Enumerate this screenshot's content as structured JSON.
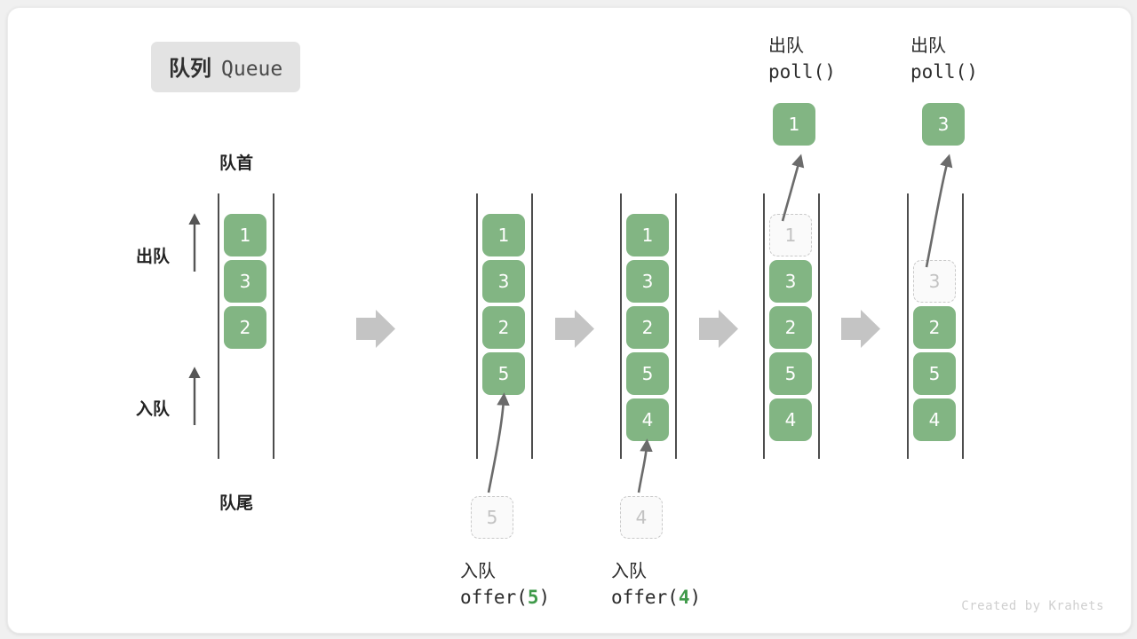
{
  "title": {
    "cn": "队列",
    "en": "Queue"
  },
  "labels": {
    "head": "队首",
    "tail": "队尾",
    "dequeue": "出队",
    "enqueue": "入队"
  },
  "operations": [
    {
      "cn": "入队",
      "code_prefix": "offer(",
      "code_arg": "5",
      "code_suffix": ")"
    },
    {
      "cn": "入队",
      "code_prefix": "offer(",
      "code_arg": "4",
      "code_suffix": ")"
    },
    {
      "cn": "出队",
      "code_prefix": "poll(",
      "code_arg": "",
      "code_suffix": ")"
    },
    {
      "cn": "出队",
      "code_prefix": "poll(",
      "code_arg": "",
      "code_suffix": ")"
    }
  ],
  "columns": [
    {
      "name": "state-initial",
      "cells": [
        "1",
        "3",
        "2"
      ],
      "ghost_index": -1
    },
    {
      "name": "state-after-offer5",
      "cells": [
        "1",
        "3",
        "2",
        "5"
      ],
      "ghost_index": -1
    },
    {
      "name": "state-after-offer4",
      "cells": [
        "1",
        "3",
        "2",
        "5",
        "4"
      ],
      "ghost_index": -1
    },
    {
      "name": "state-poll-1",
      "cells": [
        "1",
        "3",
        "2",
        "5",
        "4"
      ],
      "ghost_index": 0
    },
    {
      "name": "state-poll-3",
      "cells": [
        "3",
        "2",
        "5",
        "4"
      ],
      "ghost_index": 0
    }
  ],
  "pending_cells": [
    {
      "name": "pending-offer-5",
      "value": "5"
    },
    {
      "name": "pending-offer-4",
      "value": "4"
    }
  ],
  "popped_cells": [
    {
      "name": "popped-value-1",
      "value": "1"
    },
    {
      "name": "popped-value-3",
      "value": "3"
    }
  ],
  "watermark": "Created by Krahets",
  "colors": {
    "cell_fill": "#82b583",
    "cell_text": "#ffffff",
    "ghost_border": "#c9c9c9",
    "ghost_text": "#c2c2c2",
    "rail": "#4d4d4d",
    "step_arrow": "#c4c4c4",
    "thin_arrow": "#555555",
    "badge_bg": "#e3e3e3",
    "accent_green": "#3f9a4a"
  }
}
